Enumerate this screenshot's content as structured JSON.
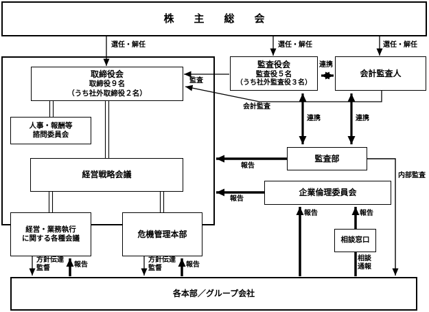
{
  "colors": {
    "ink": "#000000",
    "background": "#ffffff"
  },
  "boxes": {
    "shareholders": {
      "label": "株　主　総　会"
    },
    "board": {
      "line1": "取締役会",
      "line2": "取締役９名",
      "line3": "（うち社外取締役２名）"
    },
    "hr_committee": {
      "line1": "人事・報酬等",
      "line2": "諮問委員会"
    },
    "strategy": {
      "label": "経営戦略会議"
    },
    "exec_meetings": {
      "line1": "経営・業務執行",
      "line2": "に関する各種会議"
    },
    "crisis": {
      "label": "危機管理本部"
    },
    "auditors": {
      "line1": "監査役会",
      "line2": "監査役５名",
      "line3": "（うち社外監査役３名）"
    },
    "accounting_auditor": {
      "label": "会計監査人"
    },
    "audit_dept": {
      "label": "監査部"
    },
    "ethics": {
      "label": "企業倫理委員会"
    },
    "consultation": {
      "label": "相談窓口"
    },
    "group": {
      "label": "各本部／グループ会社"
    }
  },
  "labels": {
    "appoint_dismiss_1": "選任・解任",
    "appoint_dismiss_2": "選任・解任",
    "appoint_dismiss_3": "選任・解任",
    "audit": "監査",
    "cooperation_h": "連携",
    "accounting_audit": "会計監査",
    "cooperation_v1": "連携",
    "cooperation_v2": "連携",
    "report_audit_dept": "報告",
    "report_ethics": "報告",
    "internal_audit": "内部監査",
    "report_up1": "報告",
    "report_up2": "報告",
    "consult_line1": "相談",
    "consult_line2": "通報",
    "policy1_line1": "方針伝達",
    "policy1_line2": "監督",
    "report_bottom1": "報告",
    "policy2_line1": "方針伝達",
    "policy2_line2": "監督",
    "report_bottom2": "報告"
  }
}
